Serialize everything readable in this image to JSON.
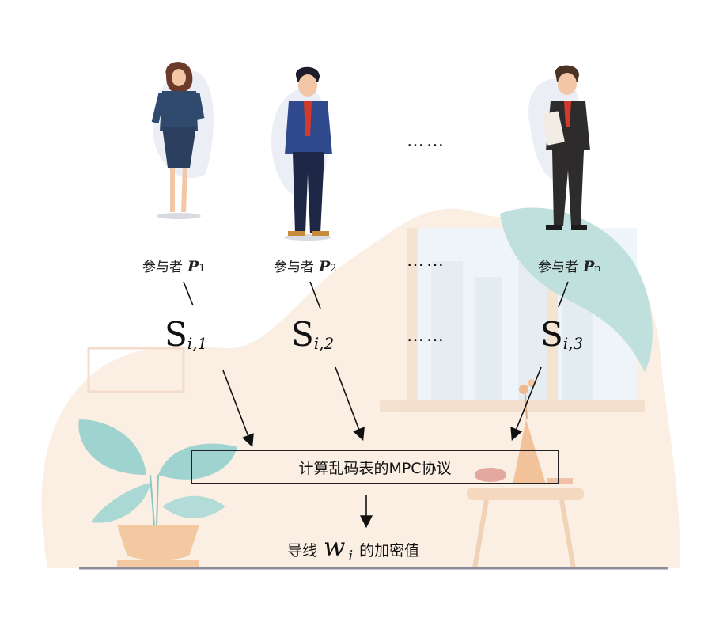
{
  "participants": [
    {
      "label": "参与者",
      "symbol": "P",
      "index": "1",
      "share_symbol": "S",
      "share_sub": "i,1"
    },
    {
      "label": "参与者",
      "symbol": "P",
      "index": "2",
      "share_symbol": "S",
      "share_sub": "i,2"
    },
    {
      "label": "参与者",
      "symbol": "P",
      "index": "n",
      "share_symbol": "S",
      "share_sub": "i,3"
    }
  ],
  "ellipsis": "……",
  "protocol_box": "计算乱码表的MPC协议",
  "result": {
    "prefix": "导线",
    "symbol": "w",
    "sub": "i",
    "suffix": "的加密值"
  },
  "colors": {
    "background_shape": "#fbeee3",
    "window_blue": "#eef5f9",
    "teal_blob": "#bfe0dd",
    "plant_leaf": "#9fd3d0",
    "pot": "#f2c9a0",
    "table": "#f5d9bf",
    "floor_line": "#8c8c9a",
    "suit_blue": "#2f4a8c",
    "suit_dark": "#3a3a3a",
    "skin": "#f3c6a5",
    "tie_red": "#d23b2c"
  }
}
